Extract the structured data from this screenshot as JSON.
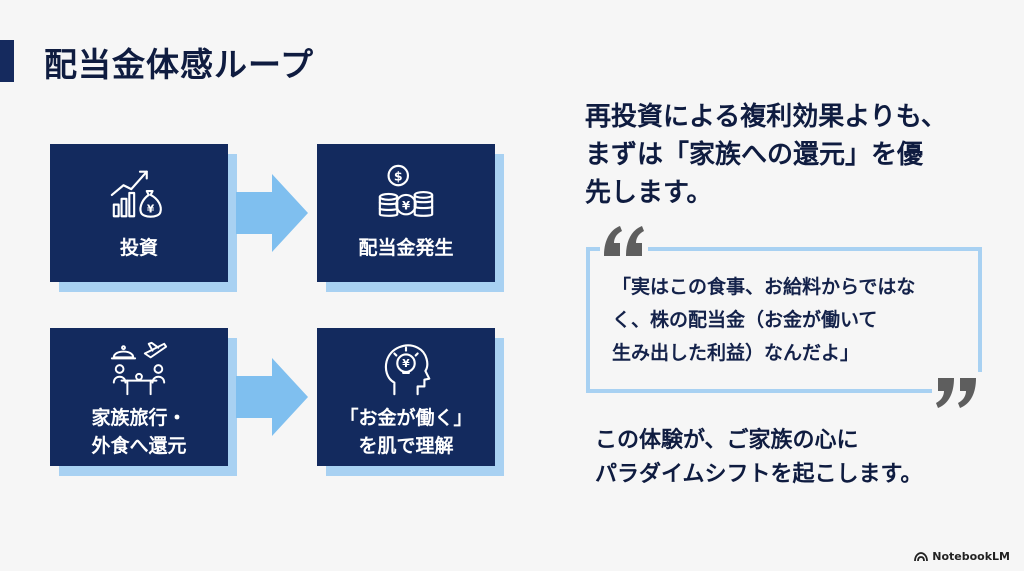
{
  "slide": {
    "title": "配当金体感ループ"
  },
  "cards": [
    {
      "label_lines": [
        "投資"
      ],
      "icon": "growth-chart-moneybag-icon"
    },
    {
      "label_lines": [
        "配当金発生"
      ],
      "icon": "coins-yen-icon"
    },
    {
      "label_lines": [
        "家族旅行・",
        "外食へ還元"
      ],
      "icon": "family-dining-travel-icon"
    },
    {
      "label_lines": [
        "「お金が働く」",
        "を肌で理解"
      ],
      "icon": "head-lightbulb-yen-icon"
    }
  ],
  "headline": {
    "lines": [
      "再投資による複利効果よりも、",
      "まずは「家族への還元」を優",
      "先します。"
    ]
  },
  "quote": {
    "lines": [
      "「実はこの食事、お給料からではな",
      "く、株の配当金（お金が働いて",
      "生み出した利益）なんだよ」"
    ]
  },
  "closing": {
    "lines": [
      "この体験が、ご家族の心に",
      "パラダイムシフトを起こします。"
    ]
  },
  "brand": {
    "name": "NotebookLM",
    "icon": "notebooklm-logo-icon"
  },
  "colors": {
    "card": "#132a5e",
    "shadow": "#a8d1f2",
    "arrow": "#7fbfef",
    "quote_mark": "#5e5e5e"
  }
}
